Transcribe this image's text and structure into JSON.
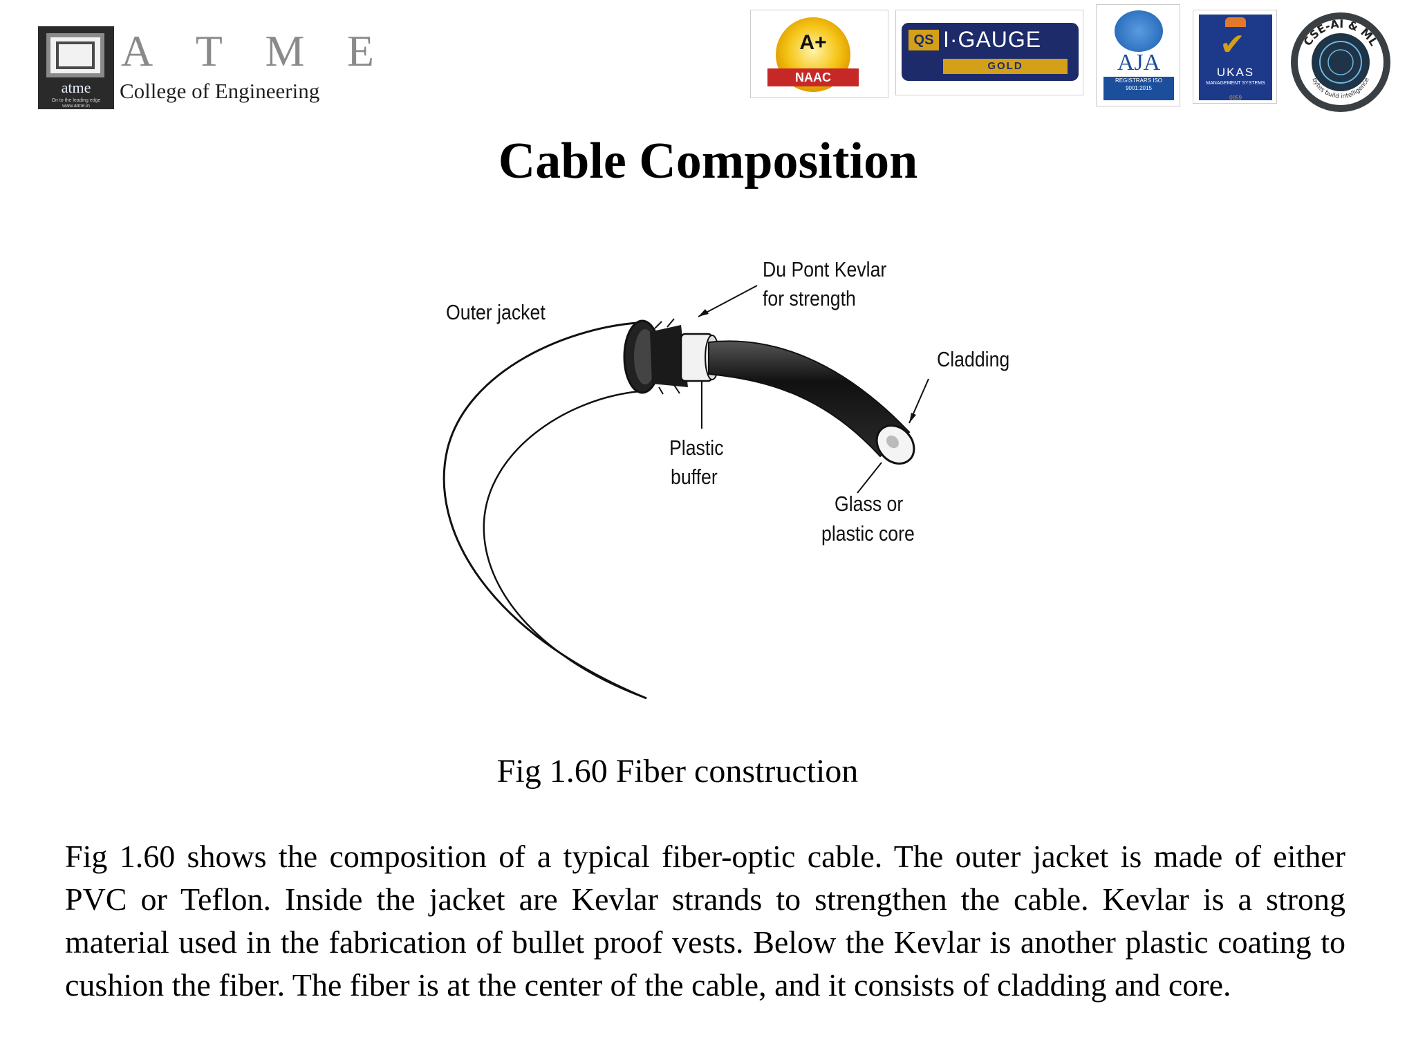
{
  "header": {
    "institution_letters": [
      "A",
      "T",
      "M",
      "E"
    ],
    "institution_subtitle": "College of Engineering",
    "logo_small_text": "atme",
    "logo_tagline": "On to the leading edge www.atme.in",
    "badges": {
      "naac_grade": "A+",
      "naac_label": "NAAC",
      "igauge_qs": "QS",
      "igauge_name": "I·GAUGE",
      "igauge_level": "GOLD",
      "aja_name": "AJA",
      "aja_band": "REGISTRARS ISO 9001:2015",
      "ukas_name": "UKAS",
      "ukas_sub": "MANAGEMENT SYSTEMS",
      "ukas_number": "0059",
      "cse_ring": "CSE-AI & ML",
      "cse_motto": "bytes build intelligence"
    }
  },
  "slide": {
    "title": "Cable Composition"
  },
  "figure": {
    "labels": {
      "kevlar_line1": "Du Pont Kevlar",
      "kevlar_line2": "for strength",
      "outer_jacket": "Outer jacket",
      "cladding": "Cladding",
      "buffer_line1": "Plastic",
      "buffer_line2": "buffer",
      "core_line1": "Glass or",
      "core_line2": "plastic core"
    },
    "caption": "Fig 1.60 Fiber construction"
  },
  "body": {
    "paragraph": "Fig 1.60 shows the composition of a typical fiber-optic cable. The outer jacket is made of either PVC or Teflon. Inside the jacket are Kevlar strands to strengthen the cable. Kevlar is a strong material used in the fabrication of bullet proof vests. Below the Kevlar is another plastic coating to cushion the fiber. The fiber is at the center of the cable, and it consists of cladding and core."
  }
}
